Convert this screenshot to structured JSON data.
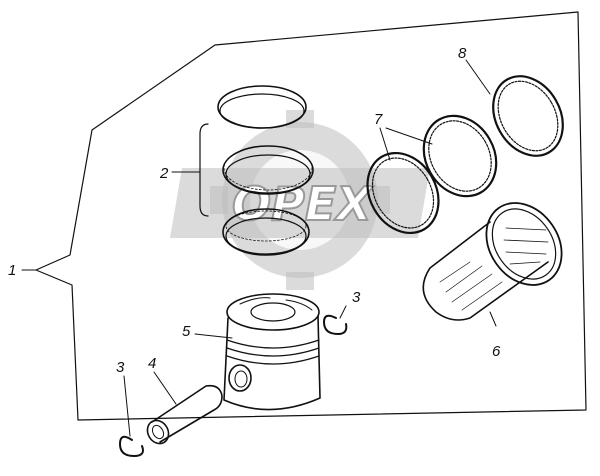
{
  "watermark": {
    "text": "OPEX"
  },
  "labels": {
    "assembly": "1",
    "rings_set": "2",
    "retaining_ring_right": "3",
    "retaining_ring_left": "3",
    "piston_pin": "4",
    "piston": "5",
    "liner": "6",
    "sealing_rings": "7",
    "liner_ring": "8"
  },
  "colors": {
    "ink": "#111111",
    "watermark": "#bdbdbd",
    "background": "#ffffff"
  }
}
